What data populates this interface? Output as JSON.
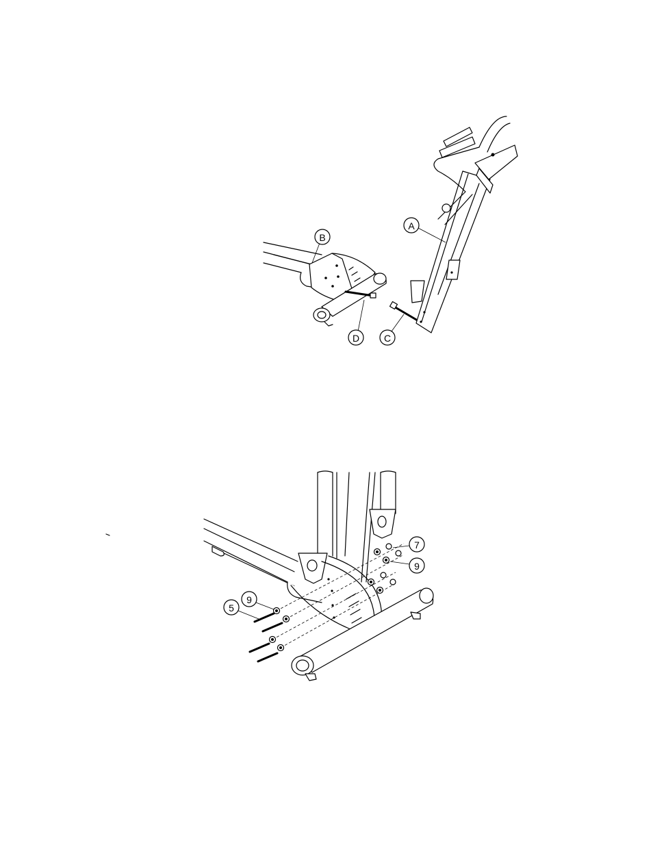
{
  "figure_top": {
    "callouts": {
      "a": "A",
      "b": "B",
      "c": "C",
      "d": "D"
    }
  },
  "figure_bottom": {
    "callouts": {
      "n5": "5",
      "n7": "7",
      "n9_left": "9",
      "n9_right": "9"
    }
  }
}
